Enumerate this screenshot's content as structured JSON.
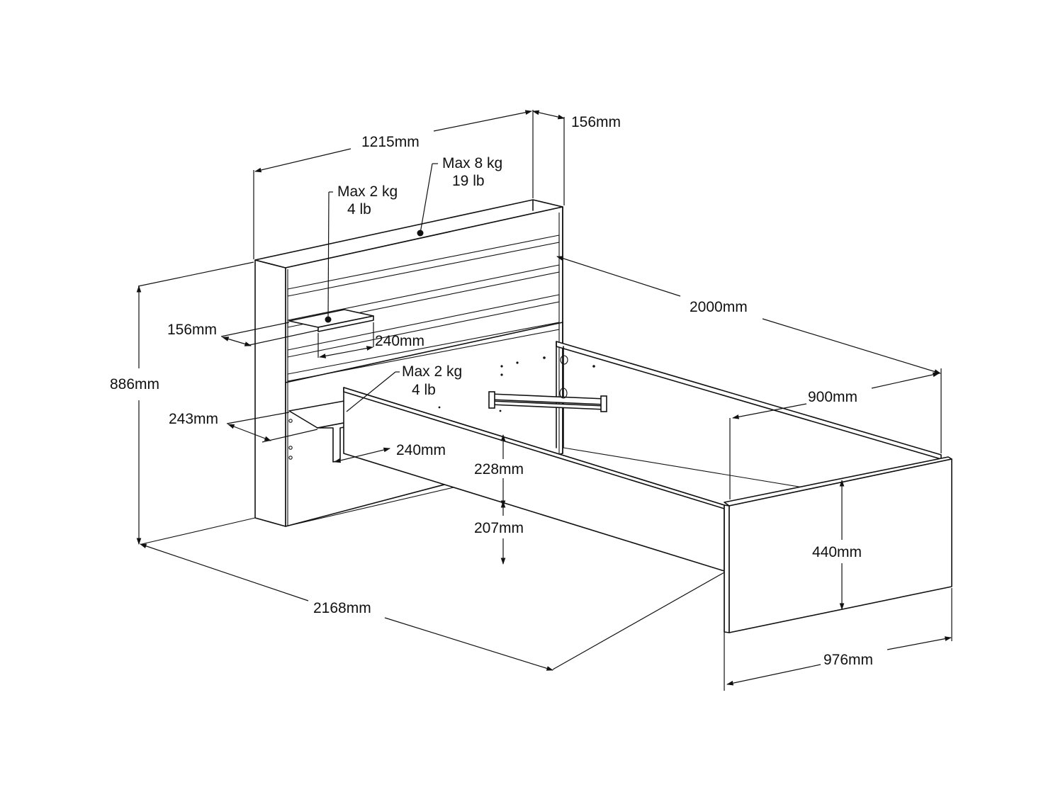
{
  "diagram": {
    "dimensions": {
      "headboard_width": "1215mm",
      "headboard_depth": "156mm",
      "overall_height": "886mm",
      "bed_length": "2000mm",
      "mattress_width": "900mm",
      "overall_length": "2168mm",
      "overall_width": "976mm",
      "footboard_height": "440mm",
      "rail_height": "228mm",
      "clearance_height": "207mm",
      "upper_shelf_depth": "156mm",
      "upper_shelf_width": "240mm",
      "lower_shelf_depth": "243mm",
      "lower_shelf_width": "240mm"
    },
    "load_labels": {
      "top_shelf_kg": "Max 8 kg",
      "top_shelf_lb": "19 lb",
      "upper_shelf_kg": "Max 2 kg",
      "upper_shelf_lb": "4 lb",
      "lower_shelf_kg": "Max 2 kg",
      "lower_shelf_lb": "4 lb"
    }
  }
}
